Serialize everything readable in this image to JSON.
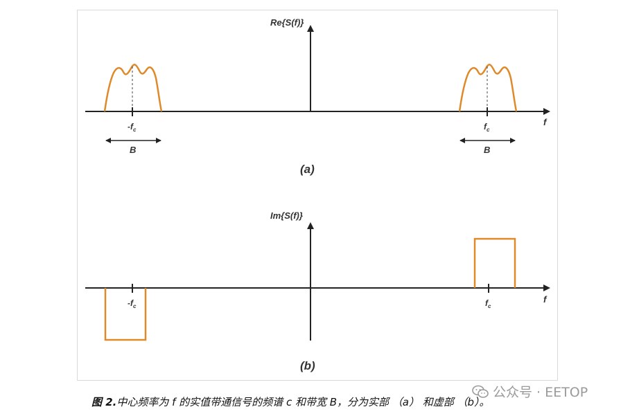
{
  "panel_a": {
    "axis_label": "Re{S(f)}",
    "f_label": "f",
    "neg_fc_label": "-f",
    "pos_fc_label": "f",
    "fc_subscript": "c",
    "bandwidth_label": "B",
    "panel_tag": "(a)"
  },
  "panel_b": {
    "axis_label": "Im{S(f)}",
    "f_label": "f",
    "neg_fc_label": "-f",
    "pos_fc_label": "f",
    "fc_subscript": "c",
    "panel_tag": "(b)"
  },
  "caption": {
    "prefix": "图 2.",
    "text": "中心频率为 f 的实值带通信号的频谱 c 和带宽 B，分为实部 （a） 和虚部 （b）。"
  },
  "watermark": {
    "text": "公众号 · EETOP"
  },
  "colors": {
    "spectrum": "#e0892a",
    "axis": "#222222",
    "text": "#333333"
  }
}
